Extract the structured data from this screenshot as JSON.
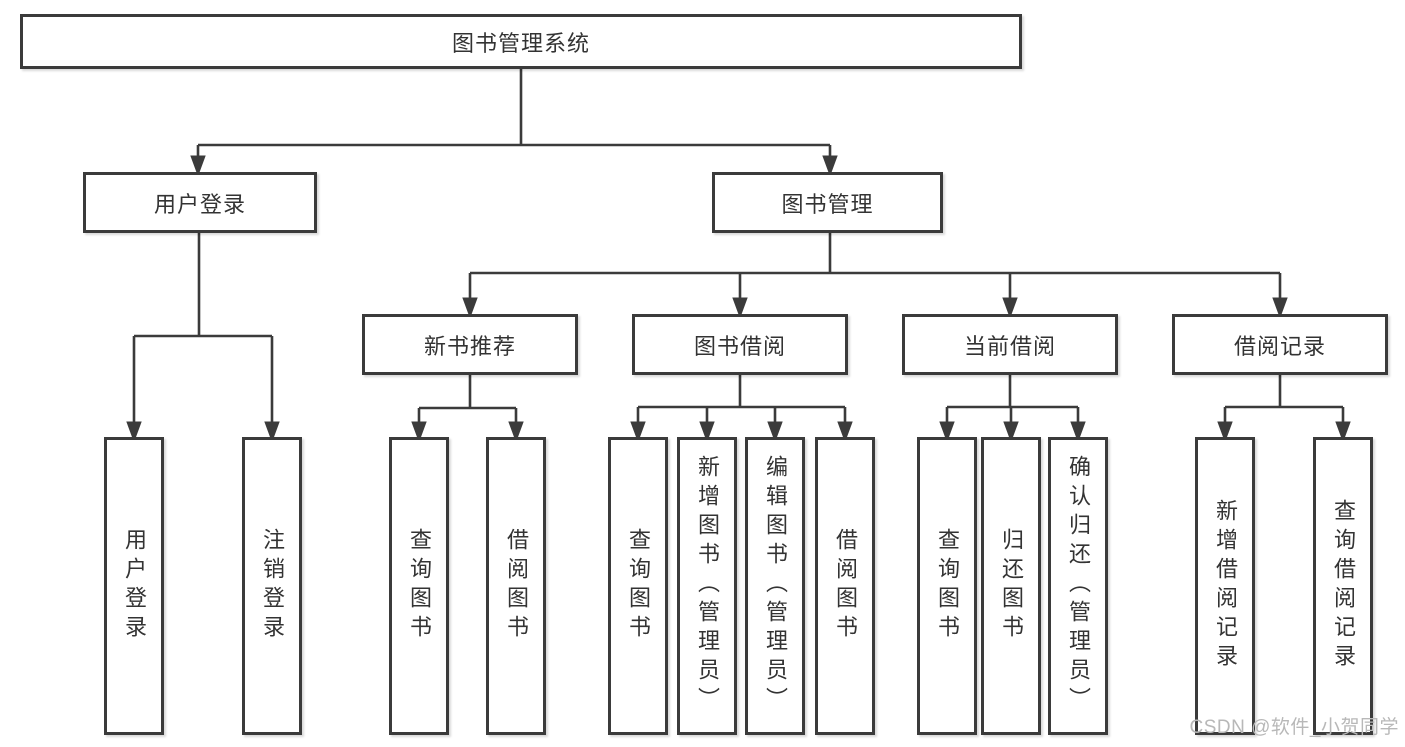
{
  "diagram_title": "图书管理系统",
  "colors": {
    "line": "#3b3b3b",
    "text": "#333333",
    "box_background": "#ffffff",
    "watermark": "#b8b8b8"
  },
  "nodes": {
    "root": "图书管理系统",
    "user_login": "用户登录",
    "book_mgmt": "图书管理",
    "new_book_rec": "新书推荐",
    "book_borrow": "图书借阅",
    "current_borrow": "当前借阅",
    "borrow_record": "借阅记录",
    "leaf_user_login": "用户登录",
    "leaf_logout": "注销登录",
    "leaf_nbr_query": "查询图书",
    "leaf_nbr_borrow": "借阅图书",
    "leaf_bb_query": "查询图书",
    "leaf_bb_add": "新增图书（管理员）",
    "leaf_bb_edit": "编辑图书（管理员）",
    "leaf_bb_borrow": "借阅图书",
    "leaf_cb_query": "查询图书",
    "leaf_cb_return": "归还图书",
    "leaf_cb_confirm": "确认归还（管理员）",
    "leaf_br_add": "新增借阅记录",
    "leaf_br_query": "查询借阅记录"
  },
  "watermark": "CSDN @软件_小贺同学"
}
